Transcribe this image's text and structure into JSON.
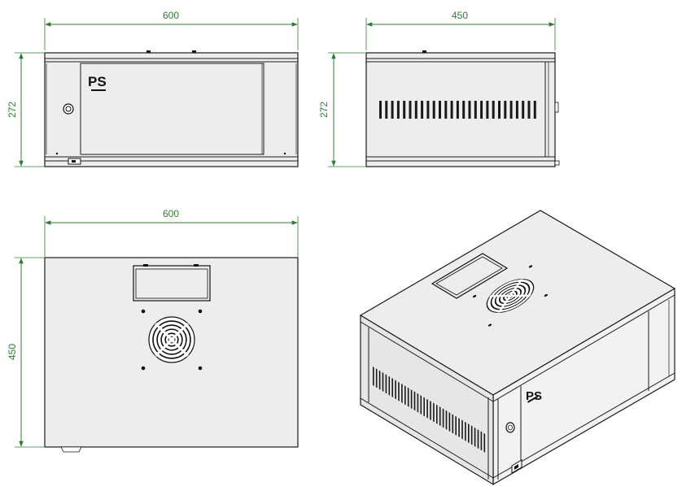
{
  "dimensions": {
    "front_width": "600",
    "front_height": "272",
    "side_depth": "450",
    "side_height": "272",
    "top_width": "600",
    "top_depth": "450"
  },
  "logo": {
    "text": "PS"
  },
  "colors": {
    "dimension": "#2e7d32",
    "outline": "#1a1a1a",
    "body_fill": "#ededed"
  }
}
